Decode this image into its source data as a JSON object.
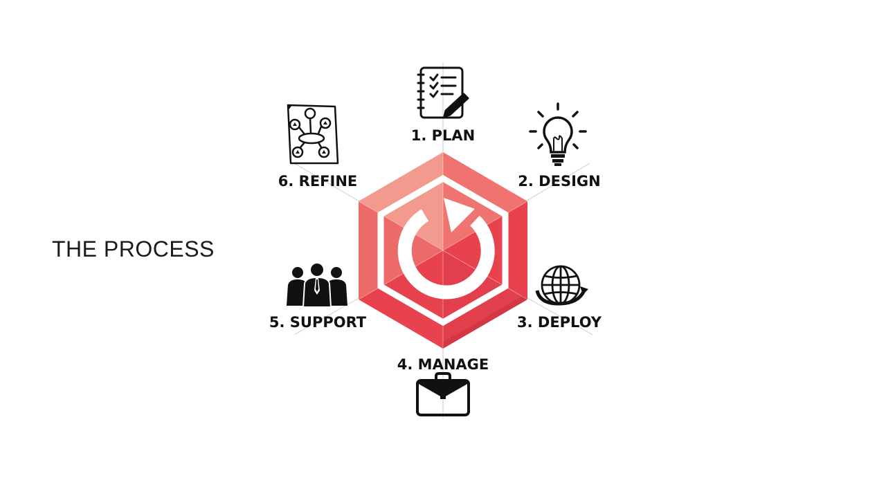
{
  "title": "THE PROCESS",
  "steps": [
    {
      "label": "1. PLAN",
      "icon": "checklist-icon"
    },
    {
      "label": "2. DESIGN",
      "icon": "lightbulb-icon"
    },
    {
      "label": "3. DEPLOY",
      "icon": "globe-icon"
    },
    {
      "label": "4. MANAGE",
      "icon": "briefcase-icon"
    },
    {
      "label": "5. SUPPORT",
      "icon": "people-icon"
    },
    {
      "label": "6. REFINE",
      "icon": "flowchart-document-icon"
    }
  ],
  "center_icon": "refresh-cycle-icon",
  "colors": {
    "hex_light": "#f28b82",
    "hex_mid": "#ee6f6b",
    "hex_main": "#e8424f",
    "hex_dark": "#d8384a",
    "spoke": "#d0d0d0"
  }
}
